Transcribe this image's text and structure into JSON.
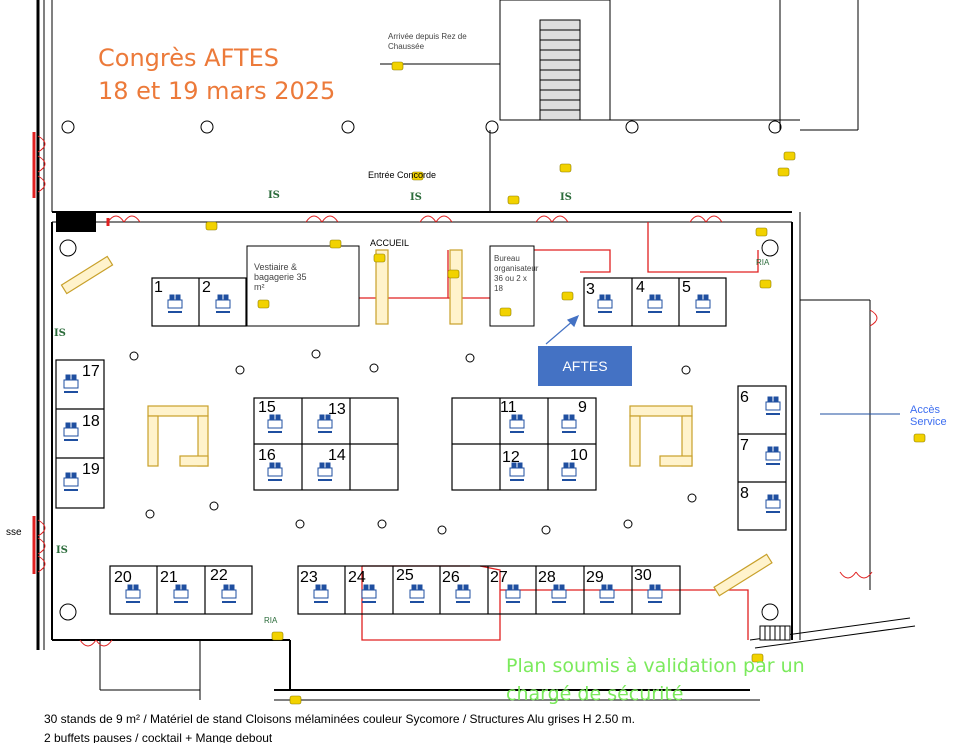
{
  "title": {
    "line1": "Congrès AFTES",
    "line2": "18 et 19 mars 2025"
  },
  "callout": "AFTES",
  "validation_note": "Plan soumis à validation par un chargé de sécurité",
  "footer": {
    "line1": "30 stands de 9 m² / Matériel de stand Cloisons mélaminées couleur Sycomore / Structures Alu grises H 2.50 m.",
    "line2": "2 buffets pauses / cocktail + Mange debout"
  },
  "labels": {
    "arrivee": "Arrivée depuis Rez de Chaussée",
    "entree": "Entrée Concorde",
    "accueil": "ACCUEIL",
    "vestiaire": "Vestiaire & bagagerie 35 m²",
    "bureau": "Bureau organisateur 36 ou 2 x 18",
    "acces_service": "Accès Service",
    "is": "IS",
    "ria": "RIA",
    "side_cut": "sse"
  },
  "stands": [
    "1",
    "2",
    "3",
    "4",
    "5",
    "6",
    "7",
    "8",
    "9",
    "10",
    "11",
    "12",
    "13",
    "14",
    "15",
    "16",
    "17",
    "18",
    "19",
    "20",
    "21",
    "22",
    "23",
    "24",
    "25",
    "26",
    "27",
    "28",
    "29",
    "30"
  ],
  "colors": {
    "title": "#ec7a3a",
    "callout_bg": "#4472c4",
    "validation": "#7bea5c",
    "walls": "#000000",
    "exit_doors": "#e02020",
    "safety_route": "#e02020",
    "buffet": "#c8a02a",
    "note_icon": "#f2d200"
  }
}
